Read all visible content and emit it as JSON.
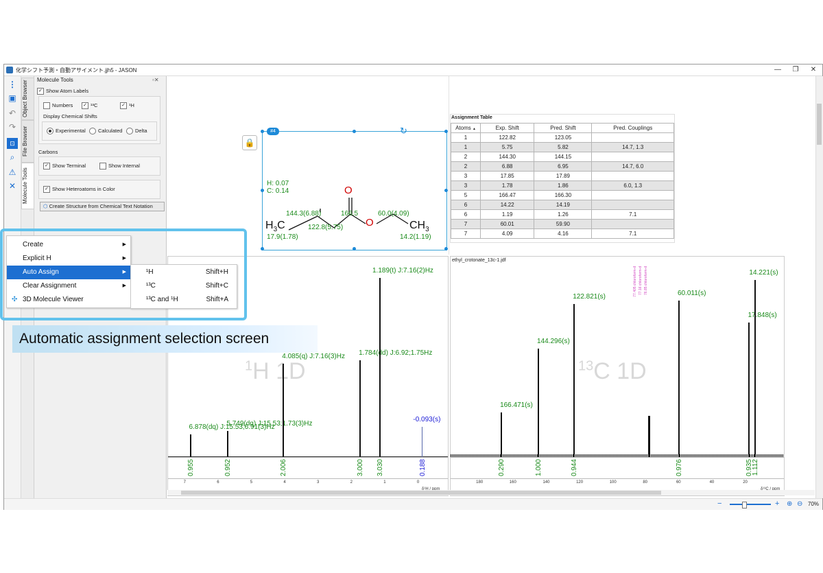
{
  "window": {
    "title": "化学シフト予測・自動アサイメント.jjh5 - JASON",
    "buttons": {
      "minimize": "—",
      "restore": "❐",
      "close": "✕"
    }
  },
  "vertical_tabs": [
    "Object Browser",
    "File Browser",
    "Molecule Tools"
  ],
  "molecule_tools": {
    "header": "Molecule Tools",
    "show_atom_labels": "Show Atom Labels",
    "numbers": "Numbers",
    "c13": "¹³C",
    "h1": "¹H",
    "display_chemical_shifts": "Display Chemical Shifts",
    "experimental": "Experimental",
    "calculated": "Calculated",
    "delta": "Delta",
    "carbons": "Carbons",
    "show_terminal": "Show Terminal",
    "show_internal": "Show Internal",
    "show_heteroatoms": "Show Heteroatoms in Color",
    "create_structure": "Create Structure from Chemical Text Notation"
  },
  "molecule": {
    "badge": "#4",
    "h_error": "H: 0.07",
    "c_error": "C: 0.14",
    "labels": {
      "l1": "144.3(6.88)",
      "l2": "166.5",
      "l3": "60.0(4.09)",
      "l4": "122.8(5.75)",
      "l5": "17.9(1.78)",
      "l6": "14.2(1.19)"
    },
    "atoms": {
      "o1": "O",
      "o2": "O",
      "h3c": "H",
      "h3c_sub": "3",
      "c_left": "C",
      "ch3": "CH",
      "ch3_sub": "3"
    }
  },
  "assignment_table": {
    "title": "Assignment Table",
    "headers": [
      "Atoms",
      "Exp. Shift",
      "Pred. Shift",
      "Pred. Couplings"
    ],
    "sort_icon": "▲",
    "rows": [
      [
        "1",
        "122.82",
        "123.05",
        ""
      ],
      [
        "1",
        "5.75",
        "5.82",
        "14.7, 1.3"
      ],
      [
        "2",
        "144.30",
        "144.15",
        ""
      ],
      [
        "2",
        "6.88",
        "6.95",
        "14.7, 6.0"
      ],
      [
        "3",
        "17.85",
        "17.89",
        ""
      ],
      [
        "3",
        "1.78",
        "1.86",
        "6.0, 1.3"
      ],
      [
        "5",
        "166.47",
        "166.30",
        ""
      ],
      [
        "6",
        "14.22",
        "14.19",
        ""
      ],
      [
        "6",
        "1.19",
        "1.26",
        "7.1"
      ],
      [
        "7",
        "60.01",
        "59.90",
        ""
      ],
      [
        "7",
        "4.09",
        "4.16",
        "7.1"
      ]
    ]
  },
  "context_menu": {
    "items": [
      "Create",
      "Explicit H",
      "Auto Assign",
      "Clear Assignment",
      "3D Molecule Viewer"
    ],
    "submenu": [
      {
        "label": "¹H",
        "shortcut": "Shift+H"
      },
      {
        "label": "¹³C",
        "shortcut": "Shift+C"
      },
      {
        "label": "¹³C and ¹H",
        "shortcut": "Shift+A"
      }
    ]
  },
  "caption": "Automatic assignment selection screen",
  "h_spectrum": {
    "watermark_main": "H 1D",
    "watermark_sup": "1",
    "peaks": [
      {
        "label": "1.189(t) J:7.16(2)Hz",
        "ppm": 1.189,
        "height": 0.96
      },
      {
        "label": "1.784(dd) J:6.92;1.75Hz",
        "ppm": 1.784,
        "height": 0.52
      },
      {
        "label": "4.085(q) J:7.16(3)Hz",
        "ppm": 4.085,
        "height": 0.5
      },
      {
        "label": "5.749(dq) J:15.53;1.73(3)Hz",
        "ppm": 5.749,
        "height": 0.14
      },
      {
        "label": "6.878(dq) J:15.53;6.91(3)Hz",
        "ppm": 6.878,
        "height": 0.12
      },
      {
        "label": "-0.093(s)",
        "ppm": -0.093,
        "height": 0.16
      }
    ],
    "integrals": [
      "0.955",
      "0.952",
      "2.006",
      "3.000",
      "3.030",
      "0.188"
    ],
    "ticks": [
      "7",
      "6",
      "5",
      "4",
      "3",
      "2",
      "1",
      "0"
    ],
    "axis_label": "δ¹H / ppm"
  },
  "c_spectrum": {
    "filename": "ethyl_crotonate_13c-1.jdf",
    "watermark_main": "C 1D",
    "watermark_sup": "13",
    "peaks": [
      {
        "label": "14.221(s)",
        "ppm": 14.221,
        "height": 0.95
      },
      {
        "label": "17.848(s)",
        "ppm": 17.848,
        "height": 0.72
      },
      {
        "label": "60.011(s)",
        "ppm": 60.011,
        "height": 0.84
      },
      {
        "label": "122.821(s)",
        "ppm": 122.821,
        "height": 0.82
      },
      {
        "label": "144.296(s)",
        "ppm": 144.296,
        "height": 0.58
      },
      {
        "label": "166.471(s)",
        "ppm": 166.471,
        "height": 0.24
      }
    ],
    "solvent_labels": [
      "77.405 chloroform-d",
      "77.16 chloroform-d",
      "76.85 chloroform-d"
    ],
    "integrals": [
      "0.290",
      "1.000",
      "0.944",
      "0.976",
      "0.935",
      "1.112"
    ],
    "ticks": [
      "180",
      "160",
      "140",
      "120",
      "100",
      "80",
      "60",
      "40",
      "20"
    ],
    "axis_label": "δ¹³C / ppm"
  },
  "status": {
    "zoom": "70%"
  },
  "colors": {
    "accent": "#1d6fd1",
    "highlight_frame": "#62c2ec",
    "label_green": "#1a8a1a",
    "label_blue": "#1b1bd6",
    "oxygen_red": "#d00000"
  }
}
